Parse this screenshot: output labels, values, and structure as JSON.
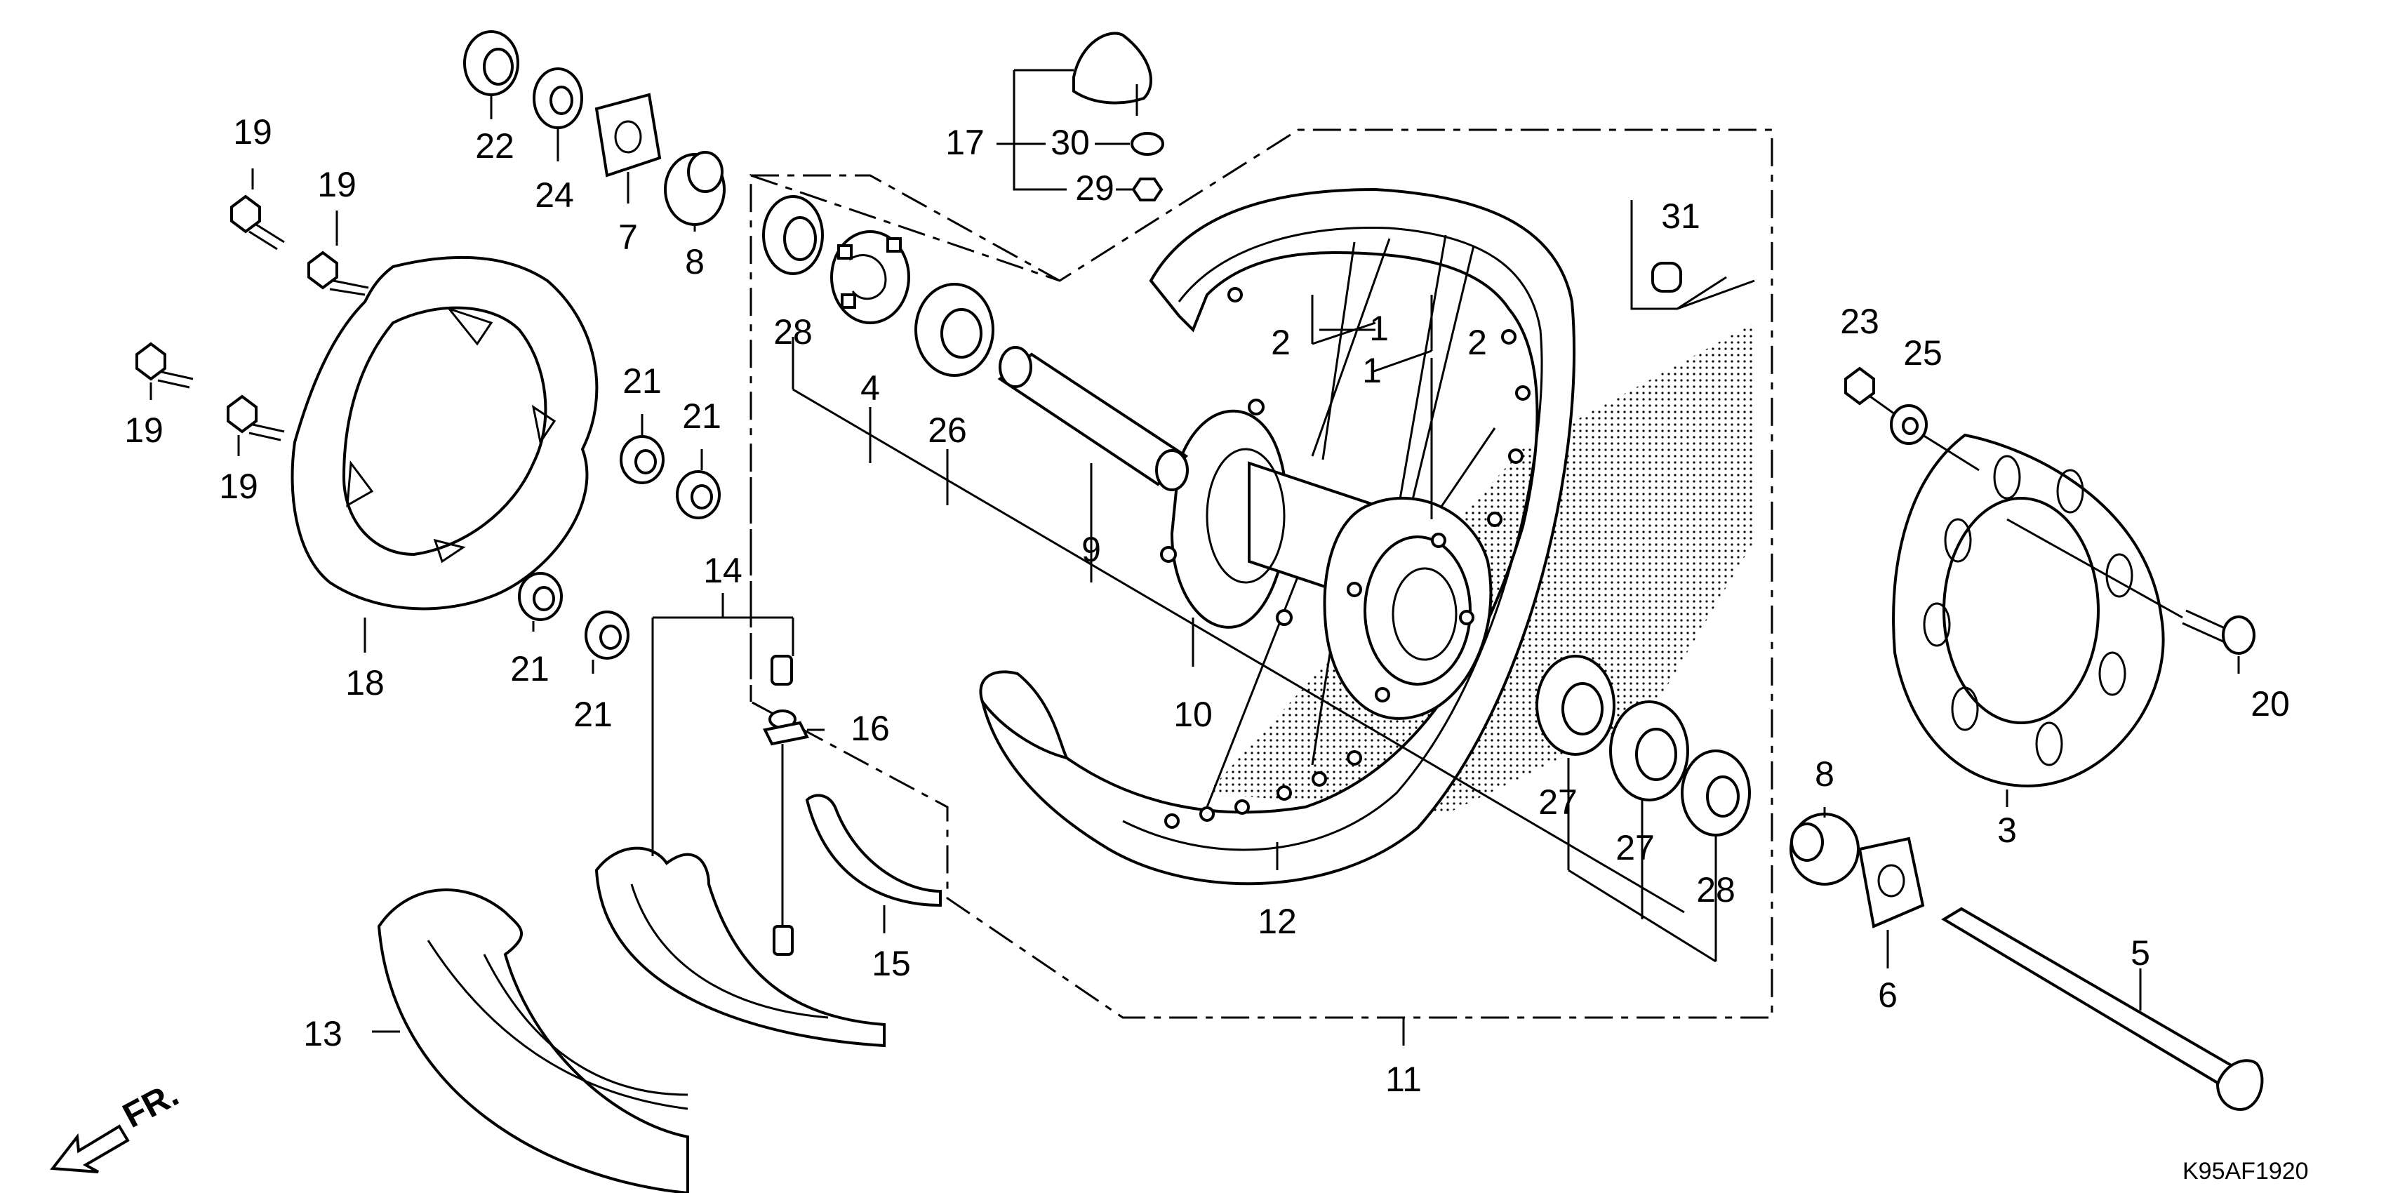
{
  "labels": {
    "l1a": "1",
    "l1b": "1",
    "l2a": "2",
    "l2b": "2",
    "l3": "3",
    "l4": "4",
    "l5": "5",
    "l6": "6",
    "l7": "7",
    "l8a": "8",
    "l8b": "8",
    "l9": "9",
    "l10": "10",
    "l11": "11",
    "l12": "12",
    "l13": "13",
    "l14": "14",
    "l15": "15",
    "l16": "16",
    "l17": "17",
    "l18": "18",
    "l19a": "19",
    "l19b": "19",
    "l19c": "19",
    "l19d": "19",
    "l20": "20",
    "l21a": "21",
    "l21b": "21",
    "l21c": "21",
    "l21d": "21",
    "l22": "22",
    "l23": "23",
    "l24": "24",
    "l25": "25",
    "l26": "26",
    "l27a": "27",
    "l27b": "27",
    "l28a": "28",
    "l28b": "28",
    "l29": "29",
    "l30": "30",
    "l31": "31"
  },
  "front_indicator": "FR.",
  "diagram_code": "K95AF1920"
}
